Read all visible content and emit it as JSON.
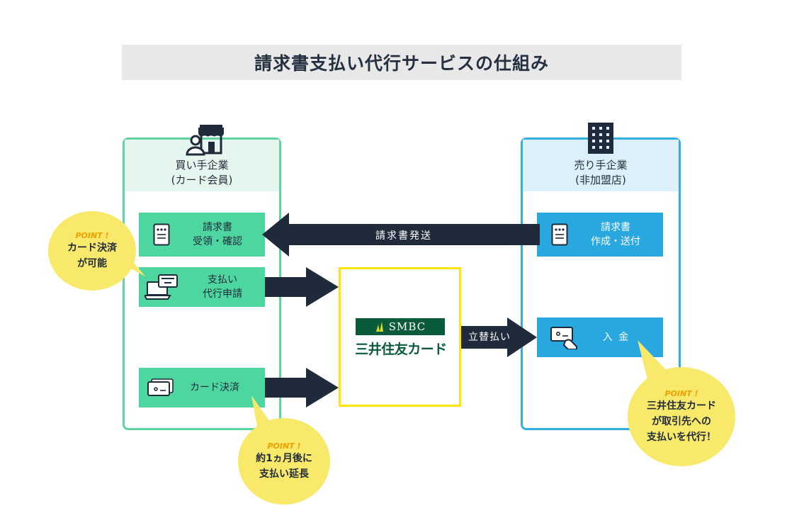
{
  "title": "請求書支払い代行サービスの仕組み",
  "buyer": {
    "title_line1": "買い手企業",
    "title_line2": "(カード会員)",
    "boxes": [
      {
        "line1": "請求書",
        "line2": "受領・確認"
      },
      {
        "line1": "支払い",
        "line2": "代行申請"
      },
      {
        "line1": "カード決済"
      }
    ]
  },
  "seller": {
    "title_line1": "売り手企業",
    "title_line2": "(非加盟店)",
    "boxes": [
      {
        "line1": "請求書",
        "line2": "作成・送付"
      },
      {
        "line1": "入 金"
      }
    ]
  },
  "smbc": {
    "logo": "SMBC",
    "name": "三井住友カード"
  },
  "arrows": {
    "invoice_send": "請求書発送",
    "advance_payment": "立替払い"
  },
  "points": [
    {
      "label": "POINT !",
      "line1": "カード決済",
      "line2": "が可能"
    },
    {
      "label": "POINT !",
      "line1": "約1ヵ月後に",
      "line2": "支払い延長"
    },
    {
      "label": "POINT !",
      "line1": "三井住友カード",
      "line2": "が取引先への",
      "line3": "支払いを代行！"
    }
  ],
  "colors": {
    "buyer_green": "#4ed6a1",
    "seller_blue": "#29a8e0",
    "arrow_navy": "#1f2a3a",
    "smbc_yellow": "#ffe500",
    "point_yellow": "#f9e96a"
  }
}
